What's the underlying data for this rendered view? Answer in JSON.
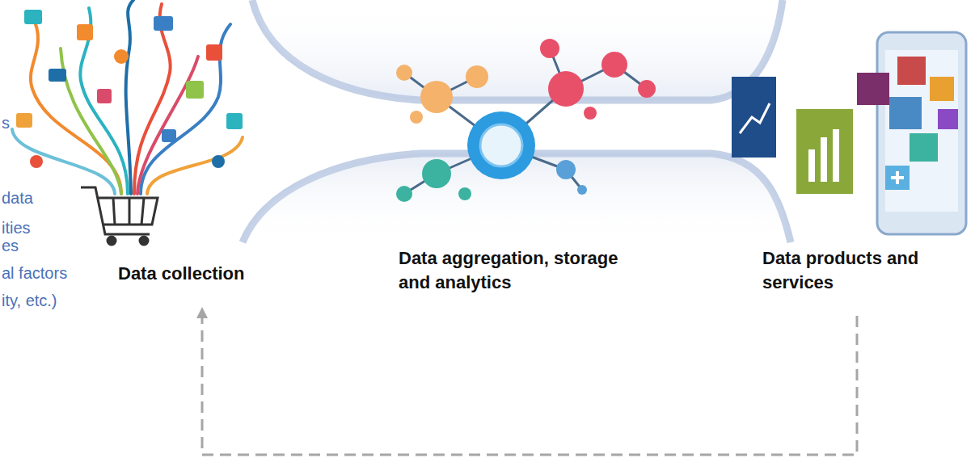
{
  "diagram": {
    "nodes": [
      {
        "text": [
          "Data collection"
        ]
      },
      {
        "text": [
          "Data aggregation, storage and analytics"
        ]
      },
      {
        "text": [
          "Data products and services"
        ]
      }
    ],
    "edges": [
      {
        "from": 2,
        "to": 0,
        "arrow": "to"
      }
    ],
    "labels": [
      "s",
      "data",
      "ities",
      "es",
      "al factors",
      "ity, etc.)"
    ]
  }
}
